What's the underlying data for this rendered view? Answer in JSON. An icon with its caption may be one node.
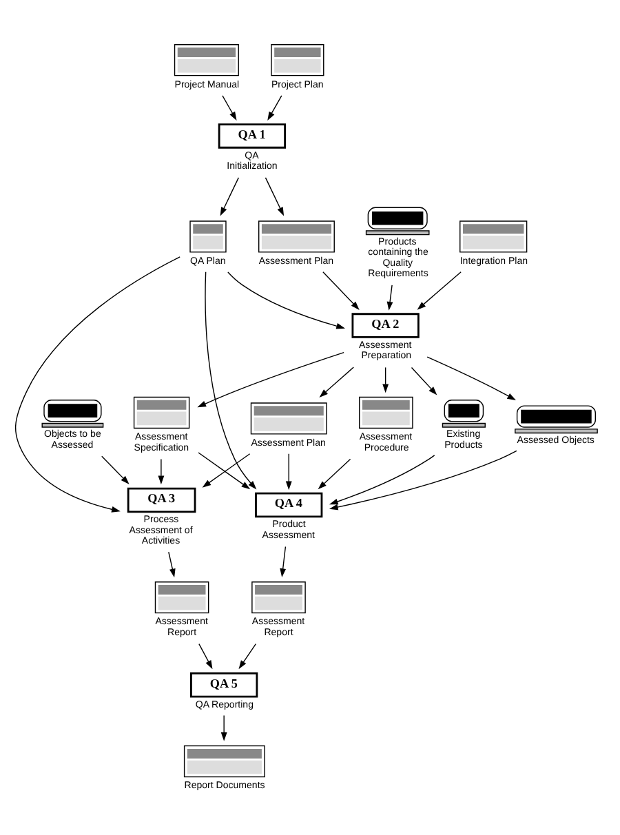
{
  "diagram": {
    "nodes": [
      {
        "text": [
          "Project Manual"
        ]
      },
      {
        "text": [
          "Project Plan"
        ]
      },
      {
        "text": [
          "QA 1",
          "QA Initialization"
        ]
      },
      {
        "text": [
          "QA Plan"
        ]
      },
      {
        "text": [
          "Assessment Plan"
        ]
      },
      {
        "text": [
          "Products containing the Quality Requirements"
        ]
      },
      {
        "text": [
          "Integration Plan"
        ]
      },
      {
        "text": [
          "QA 2",
          "Assessment Preparation"
        ]
      },
      {
        "text": [
          "Objects to be Assessed"
        ]
      },
      {
        "text": [
          "Assessment Specification"
        ]
      },
      {
        "text": [
          "Assessment Plan"
        ]
      },
      {
        "text": [
          "Assessment Procedure"
        ]
      },
      {
        "text": [
          "Existing Products"
        ]
      },
      {
        "text": [
          "Assessed Objects"
        ]
      },
      {
        "text": [
          "QA 3",
          "Process Assessment of Activities"
        ]
      },
      {
        "text": [
          "QA 4",
          "Product Assessment"
        ]
      },
      {
        "text": [
          "Assessment Report"
        ]
      },
      {
        "text": [
          "Assessment Report"
        ]
      },
      {
        "text": [
          "QA 5",
          "QA Reporting"
        ]
      },
      {
        "text": [
          "Report Documents"
        ]
      }
    ],
    "edges": [
      {
        "from": 0,
        "to": 2,
        "arrow": "to"
      },
      {
        "from": 1,
        "to": 2,
        "arrow": "to"
      },
      {
        "from": 2,
        "to": 3,
        "arrow": "to"
      },
      {
        "from": 2,
        "to": 4,
        "arrow": "to"
      },
      {
        "from": 3,
        "to": 7,
        "arrow": "to"
      },
      {
        "from": 4,
        "to": 7,
        "arrow": "to"
      },
      {
        "from": 5,
        "to": 7,
        "arrow": "to"
      },
      {
        "from": 6,
        "to": 7,
        "arrow": "to"
      },
      {
        "from": 7,
        "to": 9,
        "arrow": "to"
      },
      {
        "from": 7,
        "to": 10,
        "arrow": "to"
      },
      {
        "from": 7,
        "to": 11,
        "arrow": "to"
      },
      {
        "from": 7,
        "to": 12,
        "arrow": "to"
      },
      {
        "from": 7,
        "to": 13,
        "arrow": "to"
      },
      {
        "from": 3,
        "to": 14,
        "arrow": "to"
      },
      {
        "from": 3,
        "to": 15,
        "arrow": "to"
      },
      {
        "from": 8,
        "to": 14,
        "arrow": "to"
      },
      {
        "from": 9,
        "to": 14,
        "arrow": "to"
      },
      {
        "from": 10,
        "to": 14,
        "arrow": "to"
      },
      {
        "from": 9,
        "to": 15,
        "arrow": "to"
      },
      {
        "from": 10,
        "to": 15,
        "arrow": "to"
      },
      {
        "from": 11,
        "to": 15,
        "arrow": "to"
      },
      {
        "from": 12,
        "to": 15,
        "arrow": "to"
      },
      {
        "from": 13,
        "to": 15,
        "arrow": "to"
      },
      {
        "from": 14,
        "to": 16,
        "arrow": "to"
      },
      {
        "from": 15,
        "to": 17,
        "arrow": "to"
      },
      {
        "from": 16,
        "to": 18,
        "arrow": "to"
      },
      {
        "from": 17,
        "to": 18,
        "arrow": "to"
      },
      {
        "from": 18,
        "to": 19,
        "arrow": "to"
      }
    ]
  }
}
